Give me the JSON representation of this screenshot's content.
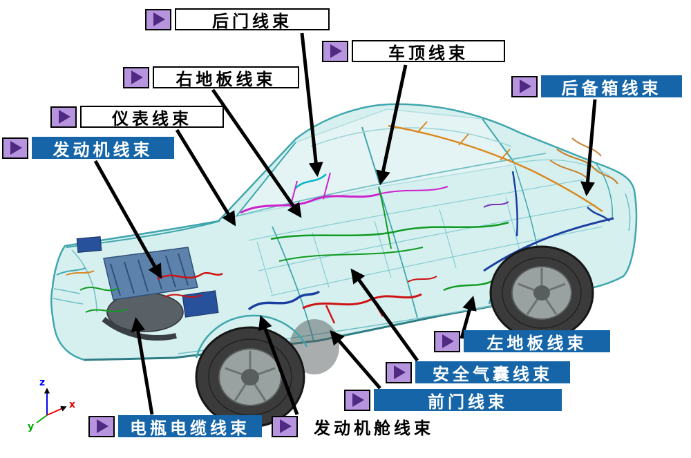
{
  "colors": {
    "label_blue_bg": "#1565a8",
    "label_white_bg": "#ffffff",
    "label_text_on_blue": "#ffffff",
    "label_text_on_white": "#000000",
    "icon_bg": "#b694de",
    "icon_triangle": "#502a82",
    "car_body": "#d6f0f0",
    "car_outline": "#3fa6ad",
    "arrow": "#000000",
    "axis_x": "#ee0000",
    "axis_y": "#00aa00",
    "axis_z": "#0000ee"
  },
  "labels": [
    {
      "key": "rear-door",
      "text": "后门线束",
      "variant": "white"
    },
    {
      "key": "roof",
      "text": "车顶线束",
      "variant": "white"
    },
    {
      "key": "right-floor",
      "text": "右地板线束",
      "variant": "white"
    },
    {
      "key": "instrument",
      "text": "仪表线束",
      "variant": "white"
    },
    {
      "key": "engine",
      "text": "发动机线束",
      "variant": "blue"
    },
    {
      "key": "trunk",
      "text": "后备箱线束",
      "variant": "blue"
    },
    {
      "key": "left-floor",
      "text": "左地板线束",
      "variant": "blue"
    },
    {
      "key": "airbag",
      "text": "安全气囊线束",
      "variant": "blue"
    },
    {
      "key": "front-door",
      "text": "前门线束",
      "variant": "blue"
    },
    {
      "key": "battery-cable",
      "text": "电瓶电缆线束",
      "variant": "blue"
    },
    {
      "key": "engine-bay",
      "text": "发动机舱线束",
      "variant": "white-plain"
    }
  ],
  "axes": {
    "x": "x",
    "y": "y",
    "z": "z"
  }
}
